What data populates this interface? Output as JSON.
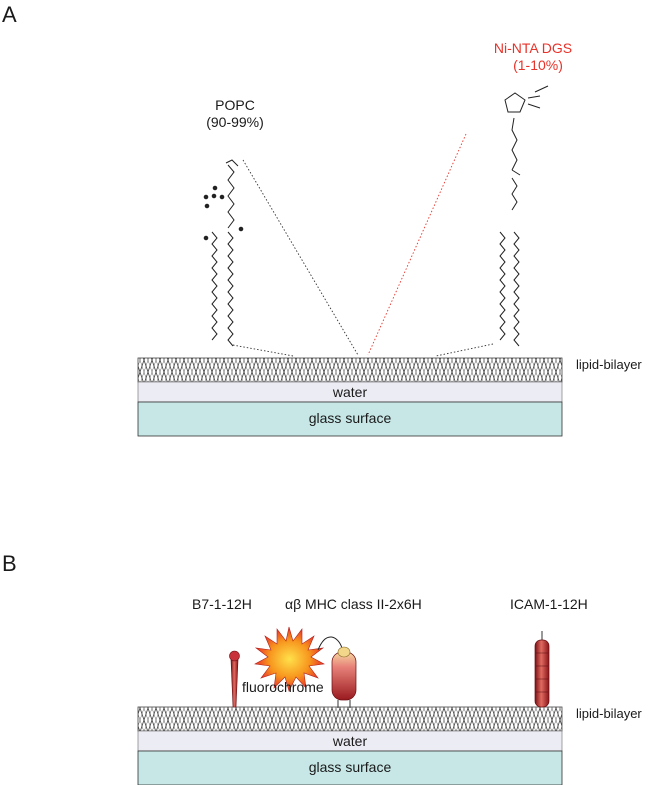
{
  "panelA": {
    "label": "A",
    "popc": {
      "name": "POPC",
      "fraction": "(90-99%)"
    },
    "nta": {
      "name": "Ni-NTA DGS",
      "fraction": "(1-10%)"
    },
    "bilayer_label": "lipid-bilayer",
    "water_label": "water",
    "glass_label": "glass surface"
  },
  "panelB": {
    "label": "B",
    "b7_label": "B7-1-12H",
    "mhc_label": "αβ MHC class II-2x6H",
    "icam_label": "ICAM-1-12H",
    "fluor_label": "fluorochrome",
    "bilayer_label": "lipid-bilayer",
    "water_label": "water",
    "glass_label": "glass surface"
  },
  "colors": {
    "accent_red": "#e8332a",
    "glass_fill": "#c6e7e6",
    "water_fill": "#ececf4",
    "protein_red": "#b8242c"
  }
}
